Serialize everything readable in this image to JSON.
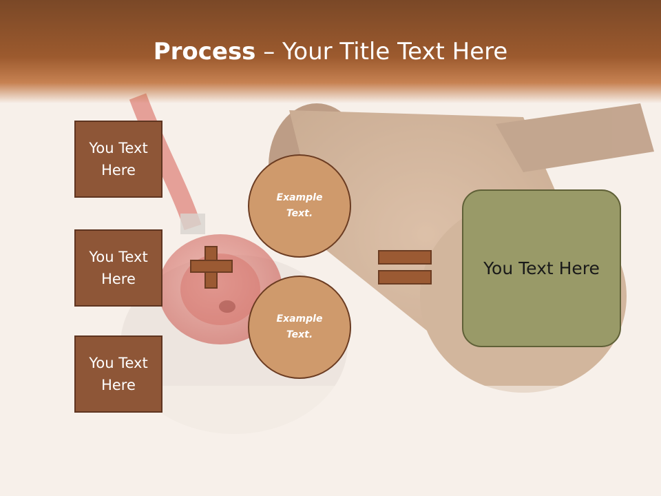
{
  "title": {
    "bold": "Process",
    "rest": " – Your Title Text Here"
  },
  "left_boxes": [
    {
      "label": "You Text Here"
    },
    {
      "label": "You Text Here"
    },
    {
      "label": "You Text Here"
    }
  ],
  "circles": [
    {
      "label": "Example Text."
    },
    {
      "label": "Example Text."
    }
  ],
  "result": {
    "label": "You Text Here"
  },
  "colors": {
    "header": "#8d512b",
    "box_fill": "#8e5637",
    "circle_fill": "#cf9a6c",
    "operator_fill": "#9b5a33",
    "result_fill": "#999a68"
  },
  "icons": {
    "background": "stethoscope-and-gavel-photo",
    "plus": "plus-icon",
    "equals": "equals-icon"
  }
}
